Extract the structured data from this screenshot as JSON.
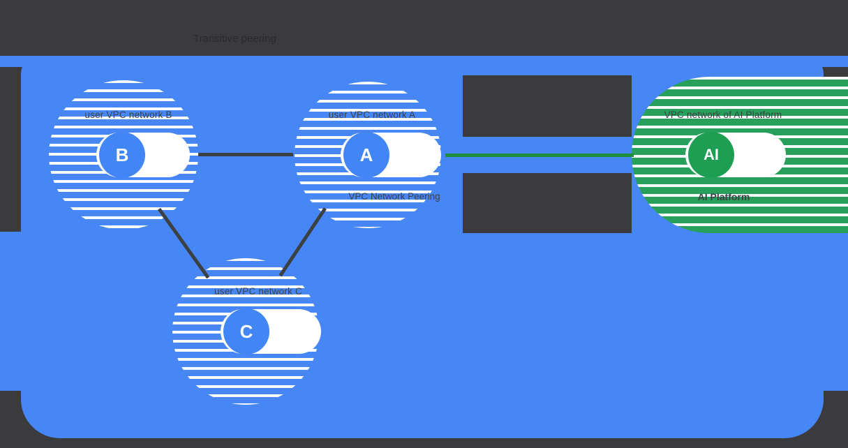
{
  "diagram": {
    "title": "Transitive peering",
    "peering_label": "VPC Network Peering",
    "networks": {
      "b": {
        "badge": "B",
        "label": "user VPC network B"
      },
      "a": {
        "badge": "A",
        "label": "user VPC network A"
      },
      "c": {
        "badge": "C",
        "label": "user VPC network C"
      },
      "ai": {
        "badge": "AI",
        "label": "VPC network of AI Platform",
        "caption": "AI Platform"
      }
    },
    "colors": {
      "user_network_blue": "#4285f4",
      "panel_blue": "#4787f5",
      "ai_network_green": "#27a05c",
      "peering_line_green": "#1e8e3e",
      "connector_dark": "#3c4043",
      "background_dark": "#3b3b3d",
      "label_text": "#3c4043"
    }
  }
}
